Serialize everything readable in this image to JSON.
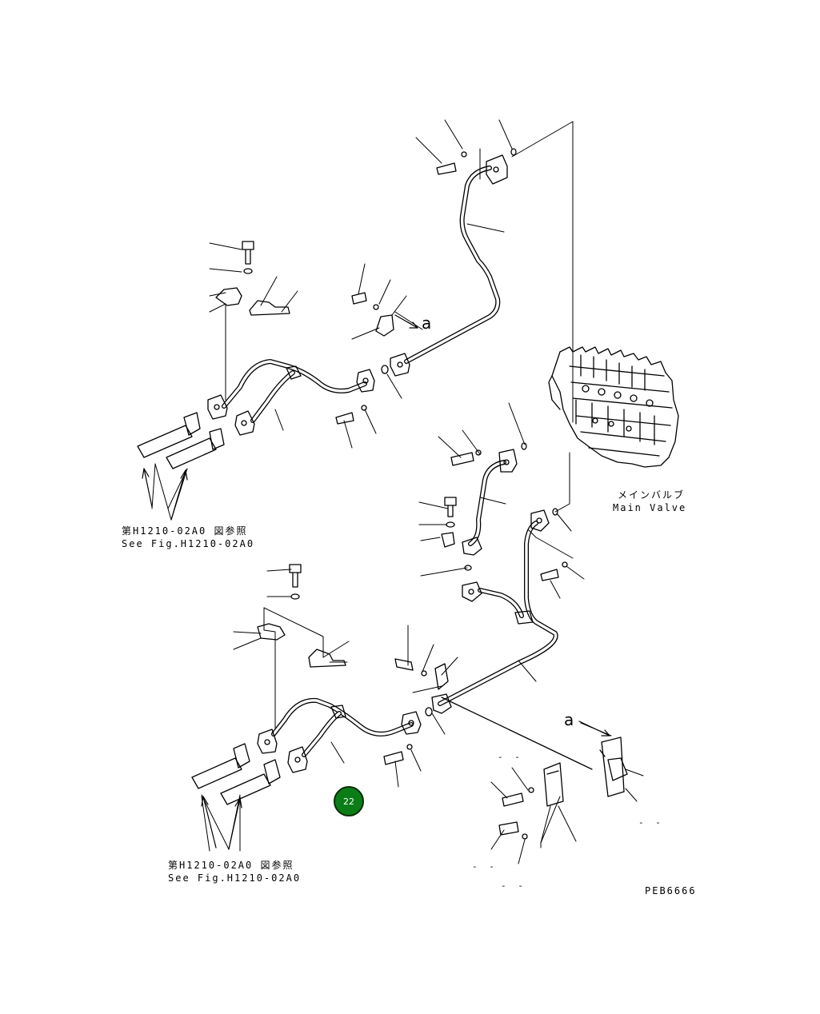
{
  "labels": {
    "ref_a_top": "a",
    "ref_a_bottom": "a",
    "see_fig_upper_ja": "第H1210-02A0 図参照",
    "see_fig_upper_en": "See Fig.H1210-02A0",
    "see_fig_lower_ja": "第H1210-02A0 図参照",
    "see_fig_lower_en": "See Fig.H1210-02A0",
    "main_valve_ja": "メインバルブ",
    "main_valve_en": "Main Valve",
    "drawing_id": "PEB6666",
    "dash_1": "- -",
    "dash_2": "- -",
    "dash_3": "- -",
    "dash_4": "- -"
  },
  "hotspot": {
    "number": "22",
    "color": "#0a7d16"
  }
}
